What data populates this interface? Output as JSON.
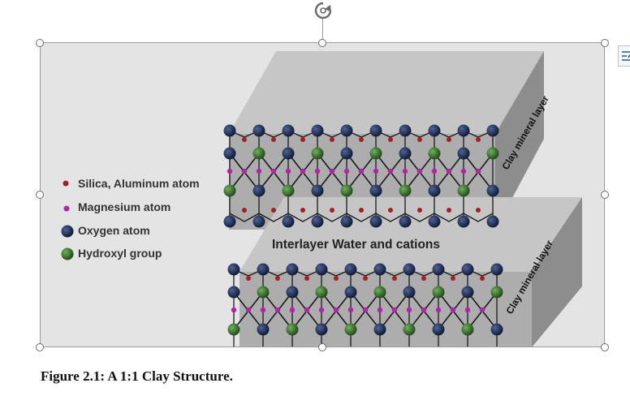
{
  "figure": {
    "legend": {
      "silica": "Silica, Aluminum atom",
      "magnesium": "Magnesium atom",
      "oxygen": "Oxygen atom",
      "hydroxyl": "Hydroxyl group"
    },
    "interlayer_label": "Interlayer Water and cations",
    "layer_label_top": "Clay mineral layer",
    "layer_label_bottom": "Clay mineral layer",
    "colors": {
      "background": "#e4e4e4",
      "block_front": "#adadad",
      "block_top": "#c6c6c6",
      "block_side": "#8d8d8d",
      "oxygen": "#1e2f55",
      "hydroxyl": "#3f7d32",
      "silica": "#a42020",
      "magnesium": "#b025a8"
    }
  },
  "caption": {
    "text": "Figure 2.1: A 1:1 Clay Structure."
  },
  "toolbar": {
    "rotate_icon": "rotate-icon",
    "layout_options_icon": "layout-options-icon"
  }
}
